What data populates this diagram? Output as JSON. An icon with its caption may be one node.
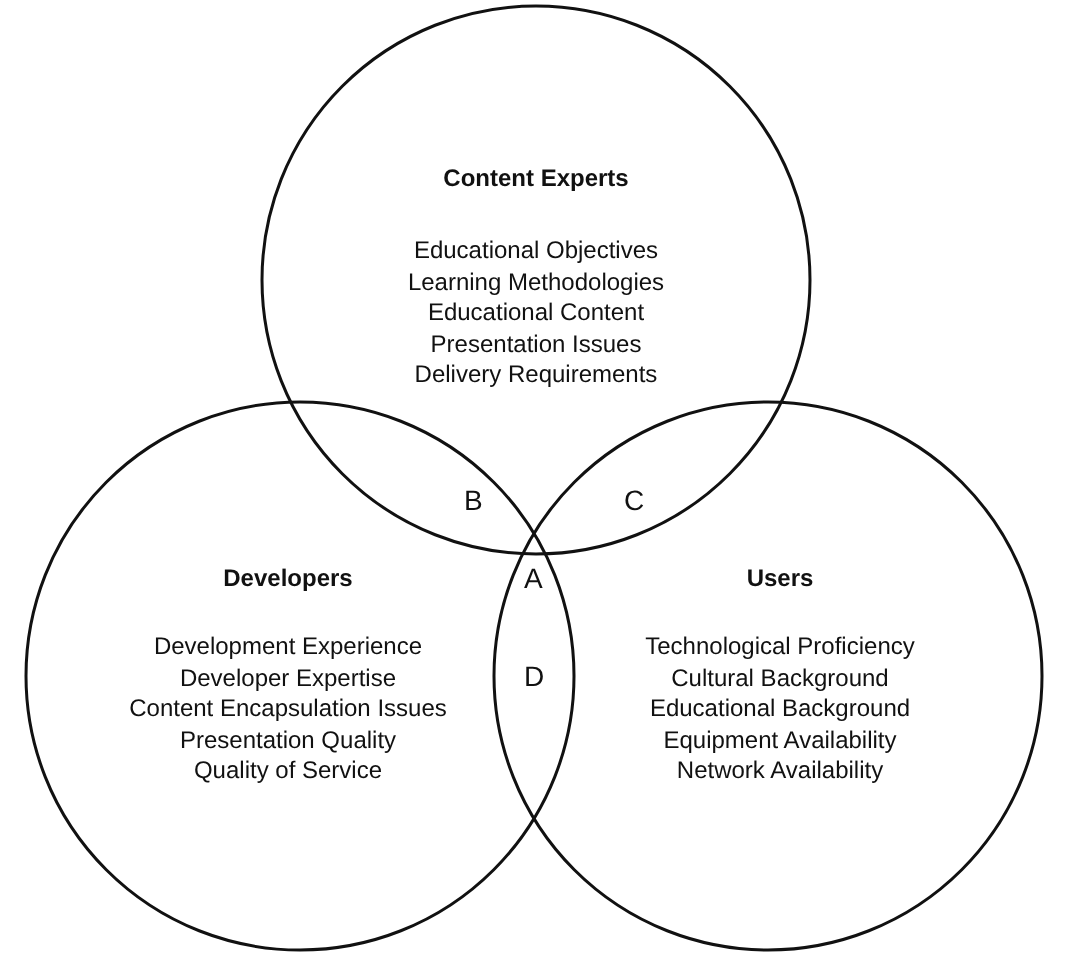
{
  "diagram": {
    "nodes": [
      {
        "text": [
          "Content Experts",
          "Educational Objectives",
          "Learning Methodologies",
          "Educational Content",
          "Presentation Issues",
          "Delivery Requirements"
        ]
      },
      {
        "text": [
          "Developers",
          "Development Experience",
          "Developer Expertise",
          "Content Encapsulation Issues",
          "Presentation Quality",
          "Quality of Service"
        ]
      },
      {
        "text": [
          "Users",
          "Technological Proficiency",
          "Cultural Background",
          "Educational Background",
          "Equipment Availability",
          "Network Availability"
        ]
      }
    ],
    "edges": [],
    "labels": [
      "B",
      "C",
      "A",
      "D"
    ]
  }
}
